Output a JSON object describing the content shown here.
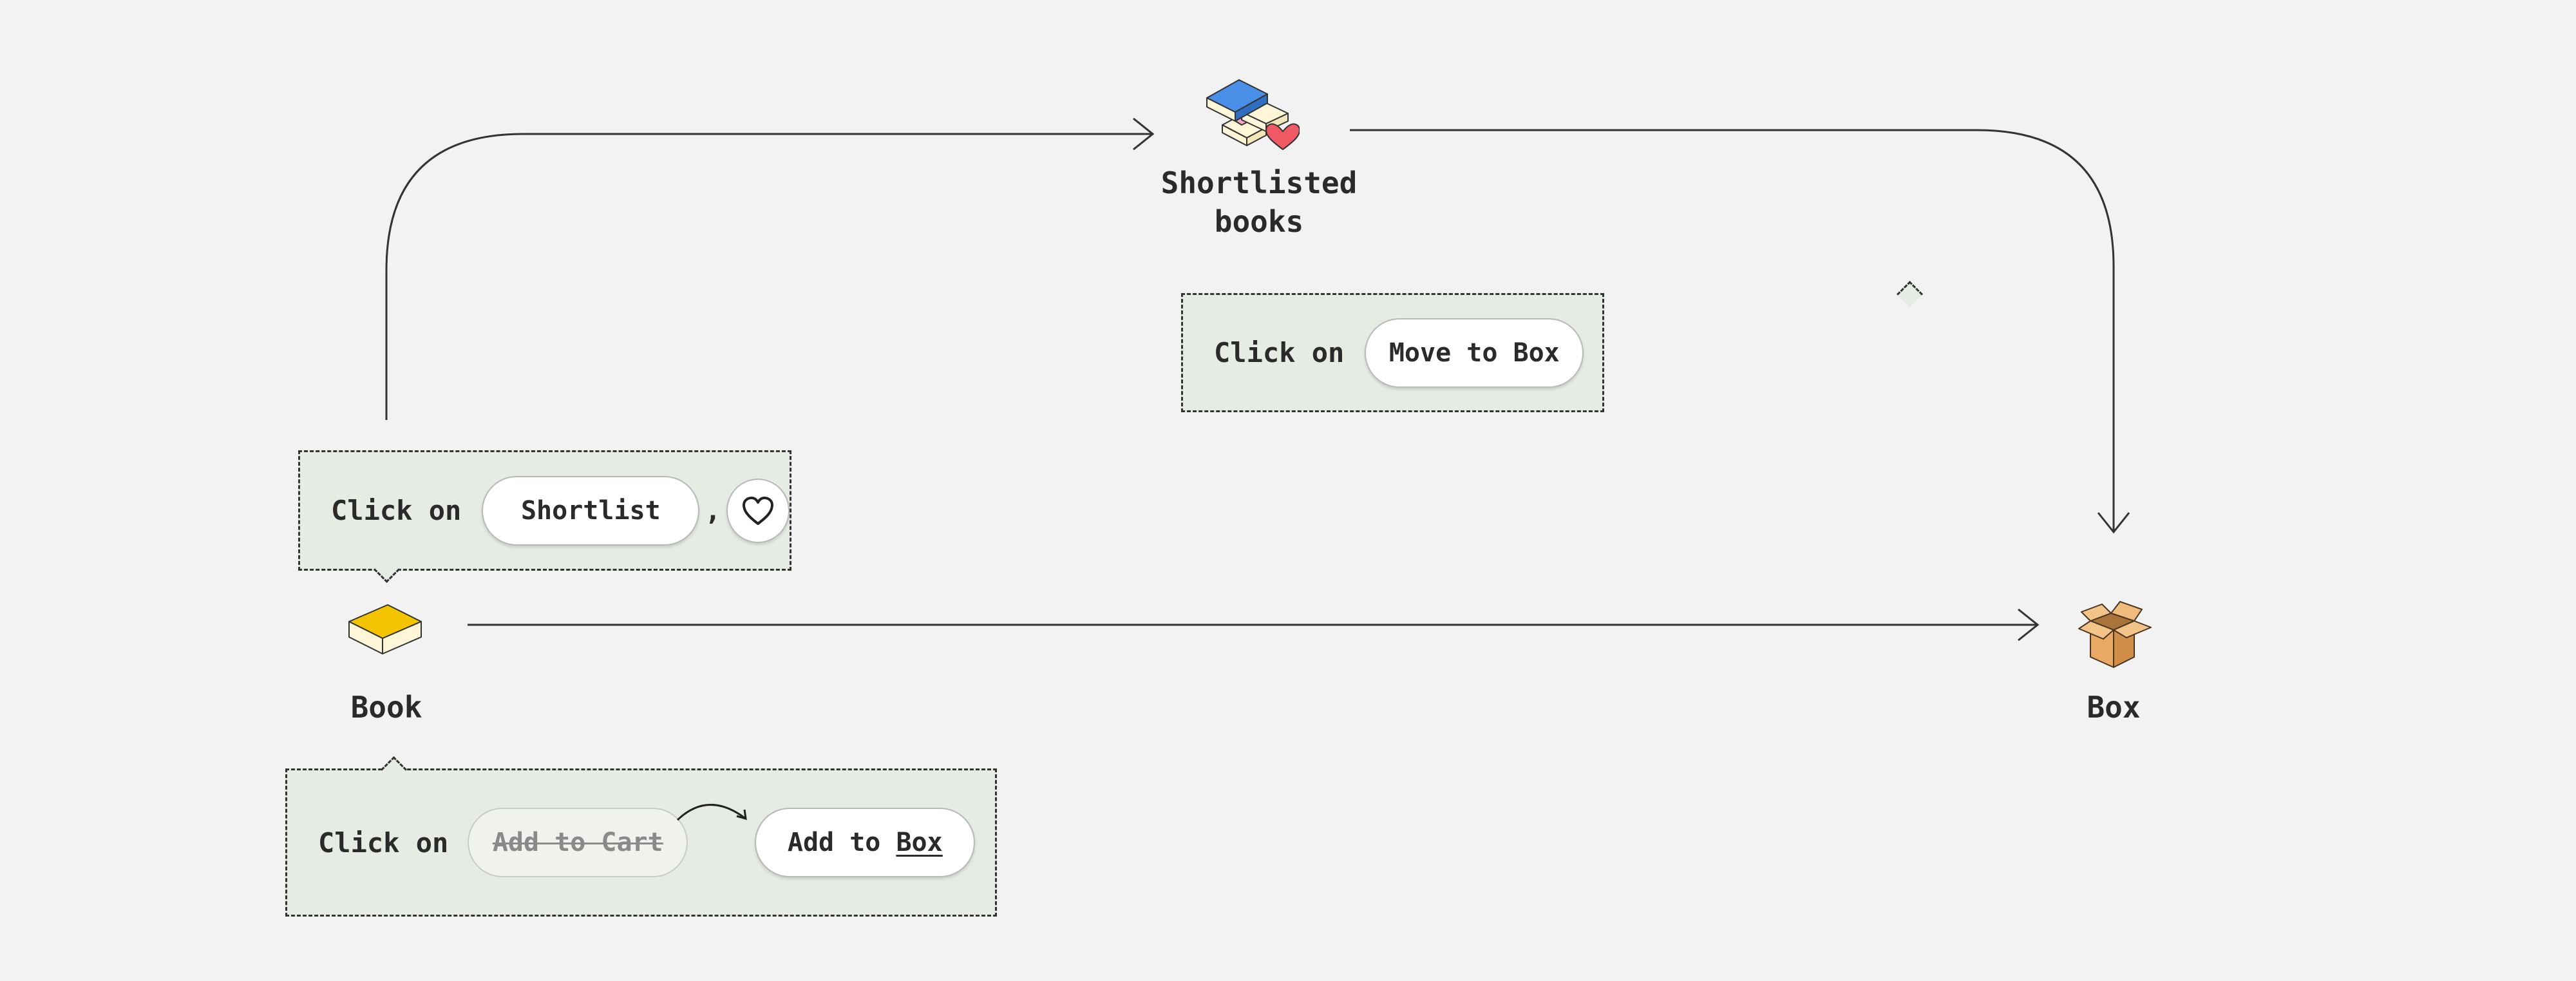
{
  "nodes": {
    "shortlisted": "Shortlisted books",
    "book": "Book",
    "box": "Box"
  },
  "callouts": {
    "shortlist": {
      "prefix": "Click on",
      "button": "Shortlist",
      "separator": ","
    },
    "move": {
      "prefix": "Click on",
      "button": "Move to Box"
    },
    "add": {
      "prefix": "Click on",
      "old_button": "Add to Cart",
      "new_button_prefix": "Add to",
      "new_button_emphasis": "Box"
    }
  },
  "icons": [
    "books-stack-heart-icon",
    "book-icon",
    "box-icon",
    "heart-icon"
  ],
  "colors": {
    "background": "#f2f2f2",
    "callout": "#e6ebe4",
    "book": "#f5c400",
    "book_blue": "#4a8fe7",
    "heart": "#f05a64",
    "box": "#e8a964"
  }
}
